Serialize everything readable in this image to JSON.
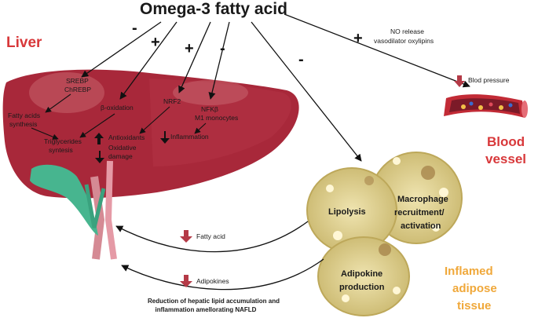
{
  "title": "Omega-3 fatty acid",
  "regions": {
    "liver": "Liver",
    "blood_vessel_line1": "Blood",
    "blood_vessel_line2": "vessel",
    "adipose_line1": "Inflamed",
    "adipose_line2": "adipose",
    "adipose_line3": "tissue"
  },
  "signs": {
    "srebp": "-",
    "boxidation": "+",
    "nrf2": "+",
    "nfkb": "-",
    "adipose": "-",
    "vessel": "+"
  },
  "liver_labels": {
    "srebp1": "SREBP",
    "srebp2": "ChREBP",
    "boxidation": "β-oxidation",
    "nrf2": "NRF2",
    "nfkb1": "NFKβ",
    "nfkb2": "M1 monocytes",
    "fa_synth1": "Fatty acids",
    "fa_synth2": "synthesis",
    "tg_synth1": "Triglycerides",
    "tg_synth2": "syntesis",
    "antiox1": "Antioxidants",
    "antiox2": "Oxidative",
    "antiox3": "damage",
    "inflammation": "Inflammation"
  },
  "vessel_labels": {
    "no1": "NO release",
    "no2": "vasodilator oxylipins",
    "blood_pressure": "Blod pressure"
  },
  "adipose_labels": {
    "lipolysis": "Lipolysis",
    "macrophage1": "Macrophage",
    "macrophage2": "recruitment/",
    "macrophage3": "activation",
    "adipokine1": "Adipokine",
    "adipokine2": "production"
  },
  "flow_labels": {
    "fatty_acid": "Fatty acid",
    "adipokines": "Adipokines",
    "reduction1": "Reduction of hepatic lipid accumulation and",
    "reduction2": "inflammation amellorating NAFLD"
  },
  "colors": {
    "liver": "#a8283a",
    "liver_dark": "#8c1e2f",
    "red_label": "#d8383a",
    "orange_label": "#f0a83a",
    "adipose": "#ddcf8f",
    "gall": "#47b58f",
    "down_arrow": "#b43a47"
  }
}
